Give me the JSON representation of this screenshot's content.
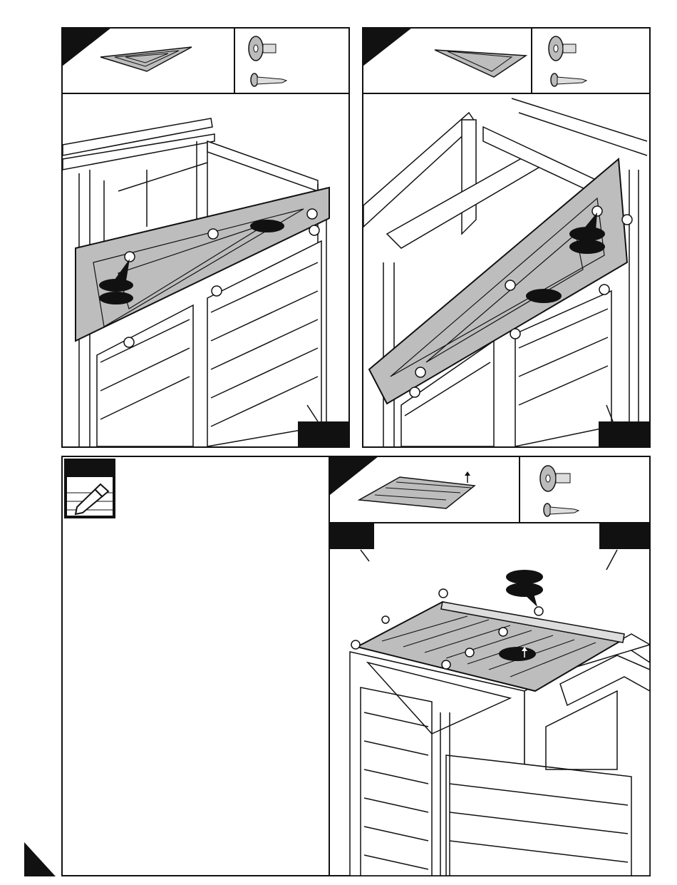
{
  "page": {
    "steps": [
      {
        "id": "step-a",
        "parts": [
          "gable-triangle-panel"
        ],
        "hardware": [
          "push-pin-rivet",
          "screw-pin"
        ],
        "callout_labels": [],
        "step_number": ""
      },
      {
        "id": "step-b",
        "parts": [
          "gable-triangle-panel"
        ],
        "hardware": [
          "push-pin-rivet",
          "screw-pin"
        ],
        "callout_labels": [],
        "step_number": ""
      },
      {
        "id": "step-c",
        "parts": [
          "roof-panel"
        ],
        "hardware": [
          "push-pin-rivet",
          "screw-pin"
        ],
        "callout_labels": [],
        "step_number": ""
      }
    ],
    "note_icon": "pencil-note-icon",
    "colors": {
      "panel_gray": "#bdbdbd",
      "ink": "#111111",
      "paper": "#ffffff"
    }
  }
}
